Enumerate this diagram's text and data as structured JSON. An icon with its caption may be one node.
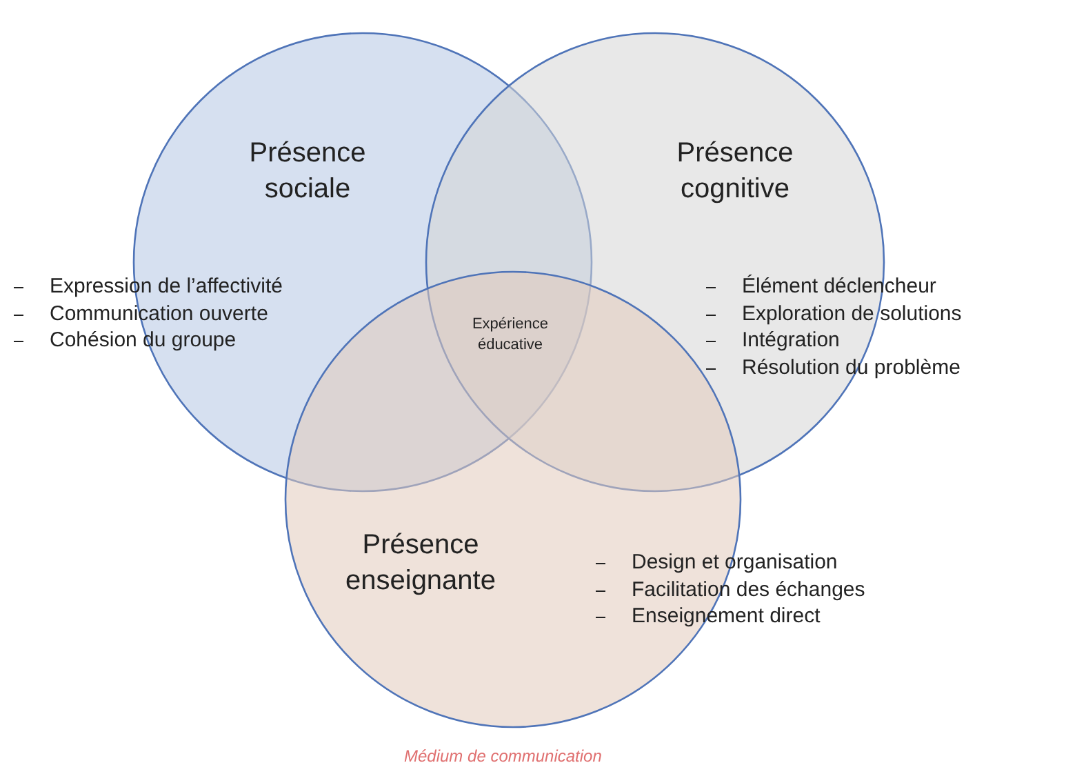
{
  "diagram": {
    "caption": "Médium de communication",
    "nodes": [
      {
        "text": [
          "Présence sociale",
          "Expression de l’affectivité",
          "Communication ouverte",
          "Cohésion du groupe"
        ]
      },
      {
        "text": [
          "Présence cognitive",
          "Élément déclencheur",
          "Exploration de solutions",
          "Intégration",
          "Résolution du problème"
        ]
      },
      {
        "text": [
          "Présence enseignante",
          "Design et organisation",
          "Facilitation des échanges",
          "Enseignement direct"
        ]
      }
    ],
    "edges": [],
    "labels": [
      "Expérience éducative"
    ]
  }
}
